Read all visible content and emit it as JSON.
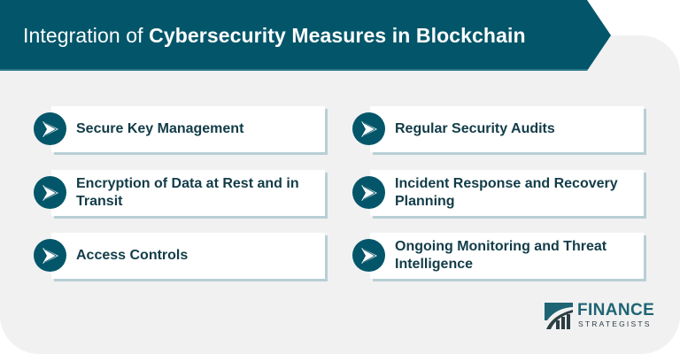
{
  "header": {
    "title_light": "Integration of ",
    "title_bold": "Cybersecurity Measures in Blockchain"
  },
  "items": {
    "left": [
      {
        "label": "Secure Key Management",
        "icon": "arrow-right-icon"
      },
      {
        "label": "Encryption of Data at Rest and in Transit",
        "icon": "arrow-right-icon"
      },
      {
        "label": "Access Controls",
        "icon": "arrow-right-icon"
      }
    ],
    "right": [
      {
        "label": "Regular Security Audits",
        "icon": "arrow-right-icon"
      },
      {
        "label": "Incident Response and Recovery Planning",
        "icon": "arrow-right-icon"
      },
      {
        "label": "Ongoing Monitoring and Threat Intelligence",
        "icon": "arrow-right-icon"
      }
    ]
  },
  "logo": {
    "word": "FINANCE",
    "sub": "STRATEGISTS"
  },
  "colors": {
    "banner": "#03566a",
    "panel": "#f1f1f1",
    "card": "#ffffff",
    "card_shadow": "#b8cfd5",
    "text_dark": "#123c48"
  }
}
